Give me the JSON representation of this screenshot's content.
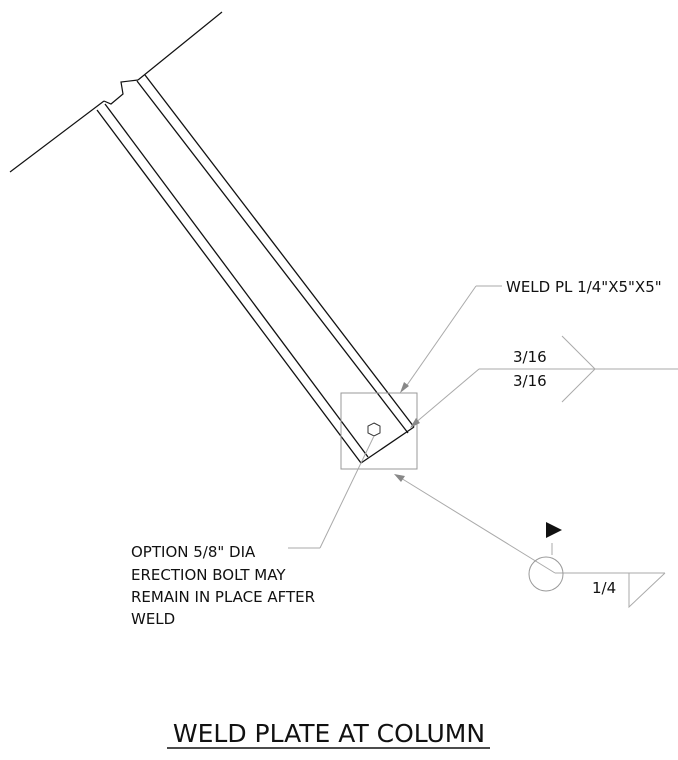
{
  "title": "WELD PLATE AT COLUMN",
  "callouts": {
    "weld_plate": "WELD PL 1/4\"X5\"X5\"",
    "weld_top_size": "3/16",
    "weld_bottom_size": "3/16",
    "field_weld_size": "1/4",
    "erection_bolt_lines": [
      "OPTION 5/8\" DIA",
      "ERECTION BOLT MAY",
      "REMAIN IN PLACE AFTER",
      "WELD"
    ]
  },
  "icons": {
    "field_weld_flag": "flag-icon",
    "weld_all_around": "circle-icon",
    "bolt": "hexagon-icon"
  }
}
